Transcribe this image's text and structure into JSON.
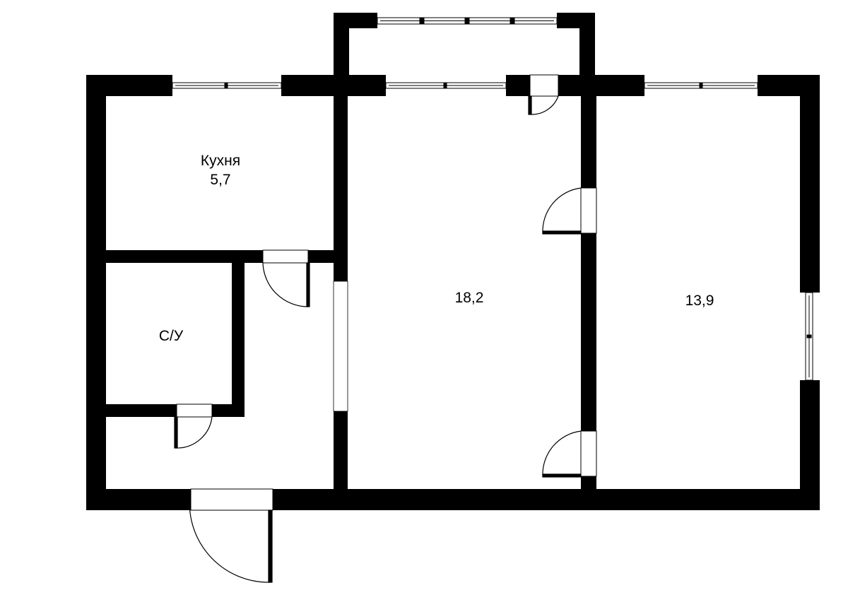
{
  "rooms": [
    {
      "id": "kitchen",
      "name": "Кухня",
      "area": "5,7"
    },
    {
      "id": "living",
      "name": "",
      "area": "18,2"
    },
    {
      "id": "bedroom",
      "name": "",
      "area": "13,9"
    },
    {
      "id": "bathroom",
      "name": "С/У",
      "area": ""
    }
  ],
  "colors": {
    "wall": "#000000",
    "background": "#ffffff",
    "fixture": "#000000"
  }
}
